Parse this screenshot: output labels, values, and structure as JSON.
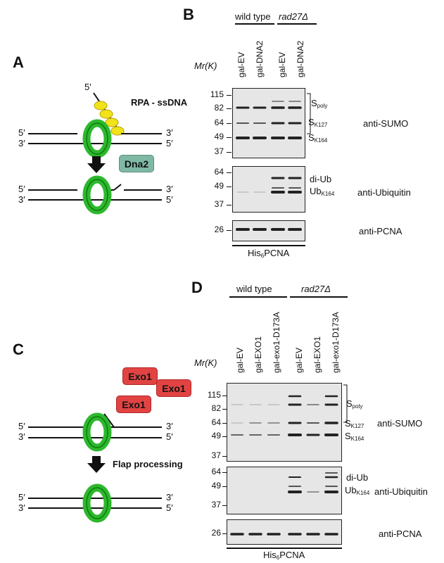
{
  "panels": {
    "A": {
      "letter": "A",
      "rpa_label": "RPA - ssDNA",
      "protein": "Dna2",
      "strand_top_left": "5′",
      "strand_top_right": "3′",
      "strand_bot_left": "3′",
      "strand_bot_right": "5′",
      "flap_end": "5′"
    },
    "B": {
      "letter": "B",
      "genotypes": [
        "wild type",
        "rad27Δ"
      ],
      "lanes": [
        "gal-EV",
        "gal-DNA2",
        "gal-EV",
        "gal-DNA2"
      ],
      "mr_label": "Mr(K)",
      "sumo_markers": [
        "115",
        "82",
        "64",
        "49",
        "37"
      ],
      "ub_markers": [
        "64",
        "49",
        "37"
      ],
      "pcna_markers": [
        "26"
      ],
      "band_labels": {
        "spoly": "Spoly",
        "sk127": "SK127",
        "sk164": "SK164",
        "diub": "di-Ub",
        "ubk164": "UbK164"
      },
      "antibodies": [
        "anti-SUMO",
        "anti-Ubiquitin",
        "anti-PCNA"
      ],
      "footer": "His6PCNA"
    },
    "C": {
      "letter": "C",
      "proteins": [
        "Exo1",
        "Exo1",
        "Exo1"
      ],
      "step_label": "Flap processing"
    },
    "D": {
      "letter": "D",
      "genotypes": [
        "wild type",
        "rad27Δ"
      ],
      "lanes": [
        "gal-EV",
        "gal-EXO1",
        "gal-exo1-D173A",
        "gal-EV",
        "gal-EXO1",
        "gal-exo1-D173A"
      ],
      "mr_label": "Mr(K)",
      "sumo_markers": [
        "115",
        "82",
        "64",
        "49",
        "37"
      ],
      "ub_markers": [
        "64",
        "49",
        "37"
      ],
      "pcna_markers": [
        "26"
      ],
      "antibodies": [
        "anti-SUMO",
        "anti-Ubiquitin",
        "anti-PCNA"
      ],
      "footer": "His6PCNA"
    }
  },
  "colors": {
    "pcna_ring": "#2db82d",
    "rpa": "#f2e21a",
    "dna2_box": "#7fb9a4",
    "exo1_box": "#e14343"
  }
}
